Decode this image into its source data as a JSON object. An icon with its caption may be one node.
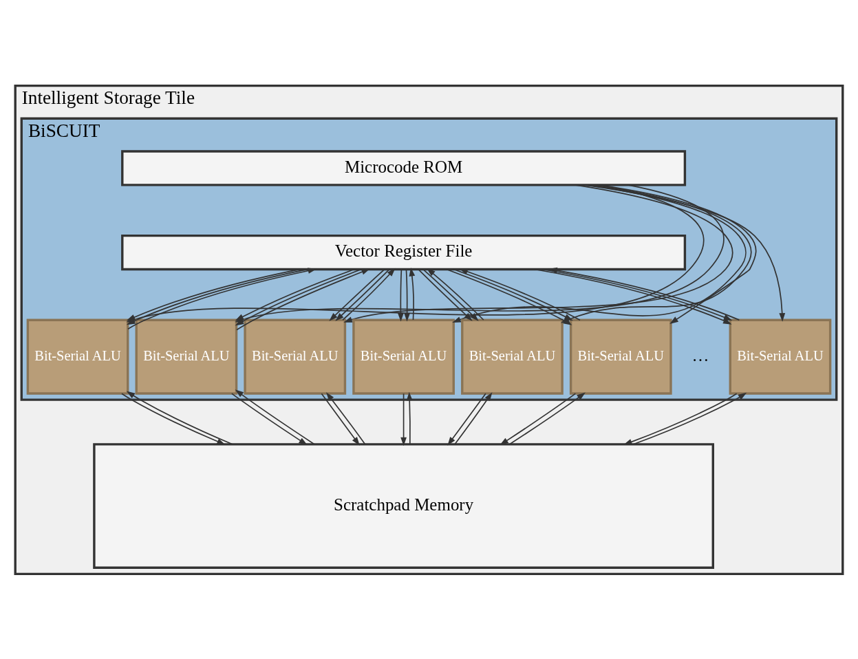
{
  "diagram": {
    "nodes": [
      {
        "text": [
          "Intelligent Storage Tile"
        ]
      },
      {
        "text": [
          "BiSCUIT"
        ],
        "in": 0
      },
      {
        "text": [
          "Microcode ROM"
        ],
        "in": 1
      },
      {
        "text": [
          "Vector Register File"
        ],
        "in": 1
      },
      {
        "text": [
          "Bit-Serial ALU"
        ],
        "in": 1
      },
      {
        "text": [
          "Bit-Serial ALU"
        ],
        "in": 1
      },
      {
        "text": [
          "Bit-Serial ALU"
        ],
        "in": 1
      },
      {
        "text": [
          "Bit-Serial ALU"
        ],
        "in": 1
      },
      {
        "text": [
          "Bit-Serial ALU"
        ],
        "in": 1
      },
      {
        "text": [
          "Bit-Serial ALU"
        ],
        "in": 1
      },
      {
        "text": [
          "Bit-Serial ALU"
        ],
        "in": 1
      },
      {
        "text": [
          "Scratchpad Memory"
        ],
        "in": 0
      }
    ],
    "edges": [
      {
        "from": 3,
        "to": 4,
        "arrow": "to"
      },
      {
        "from": 3,
        "to": 4,
        "arrow": "to"
      },
      {
        "from": 2,
        "to": 4,
        "arrow": "to"
      },
      {
        "from": 4,
        "to": 3,
        "arrow": "to"
      },
      {
        "from": 4,
        "to": 11,
        "arrow": "to"
      },
      {
        "from": 11,
        "to": 4,
        "arrow": "to"
      },
      {
        "from": 3,
        "to": 5,
        "arrow": "to"
      },
      {
        "from": 3,
        "to": 5,
        "arrow": "to"
      },
      {
        "from": 2,
        "to": 5,
        "arrow": "to"
      },
      {
        "from": 5,
        "to": 3,
        "arrow": "to"
      },
      {
        "from": 5,
        "to": 11,
        "arrow": "to"
      },
      {
        "from": 11,
        "to": 5,
        "arrow": "to"
      },
      {
        "from": 3,
        "to": 6,
        "arrow": "to"
      },
      {
        "from": 3,
        "to": 6,
        "arrow": "to"
      },
      {
        "from": 2,
        "to": 6,
        "arrow": "to"
      },
      {
        "from": 6,
        "to": 3,
        "arrow": "to"
      },
      {
        "from": 6,
        "to": 11,
        "arrow": "to"
      },
      {
        "from": 11,
        "to": 6,
        "arrow": "to"
      },
      {
        "from": 3,
        "to": 7,
        "arrow": "to"
      },
      {
        "from": 3,
        "to": 7,
        "arrow": "to"
      },
      {
        "from": 2,
        "to": 7,
        "arrow": "to"
      },
      {
        "from": 7,
        "to": 3,
        "arrow": "to"
      },
      {
        "from": 7,
        "to": 11,
        "arrow": "to"
      },
      {
        "from": 11,
        "to": 7,
        "arrow": "to"
      },
      {
        "from": 3,
        "to": 8,
        "arrow": "to"
      },
      {
        "from": 3,
        "to": 8,
        "arrow": "to"
      },
      {
        "from": 2,
        "to": 8,
        "arrow": "to"
      },
      {
        "from": 8,
        "to": 3,
        "arrow": "to"
      },
      {
        "from": 8,
        "to": 11,
        "arrow": "to"
      },
      {
        "from": 11,
        "to": 8,
        "arrow": "to"
      },
      {
        "from": 3,
        "to": 9,
        "arrow": "to"
      },
      {
        "from": 3,
        "to": 9,
        "arrow": "to"
      },
      {
        "from": 2,
        "to": 9,
        "arrow": "to"
      },
      {
        "from": 9,
        "to": 3,
        "arrow": "to"
      },
      {
        "from": 9,
        "to": 11,
        "arrow": "to"
      },
      {
        "from": 11,
        "to": 9,
        "arrow": "to"
      },
      {
        "from": 3,
        "to": 10,
        "arrow": "to"
      },
      {
        "from": 3,
        "to": 10,
        "arrow": "to"
      },
      {
        "from": 2,
        "to": 10,
        "arrow": "to"
      },
      {
        "from": 10,
        "to": 3,
        "arrow": "to"
      },
      {
        "from": 10,
        "to": 11,
        "arrow": "to"
      },
      {
        "from": 11,
        "to": 10,
        "arrow": "to"
      }
    ],
    "labels": [
      "…"
    ]
  }
}
